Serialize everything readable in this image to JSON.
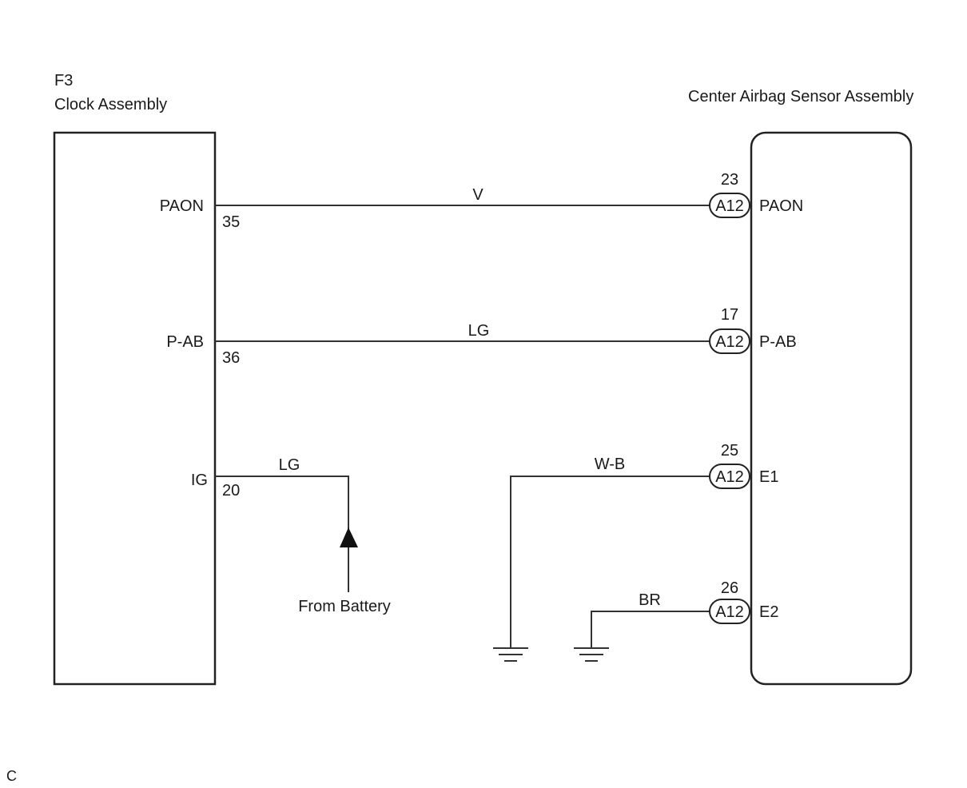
{
  "left_component": {
    "code": "F3",
    "name": "Clock Assembly"
  },
  "right_component": {
    "name": "Center Airbag Sensor Assembly"
  },
  "connector_code": "A12",
  "circuits": [
    {
      "left_pin_label": "PAON",
      "left_pin_number": "35",
      "wire_color": "V",
      "right_pin_number": "23",
      "connector": "A12",
      "right_pin_label": "PAON"
    },
    {
      "left_pin_label": "P-AB",
      "left_pin_number": "36",
      "wire_color": "LG",
      "right_pin_number": "17",
      "connector": "A12",
      "right_pin_label": "P-AB"
    }
  ],
  "ig_circuit": {
    "pin_label": "IG",
    "pin_number": "20",
    "wire_color": "LG",
    "source_label": "From Battery"
  },
  "ground_circuits": [
    {
      "wire_color": "W-B",
      "pin_number": "25",
      "connector": "A12",
      "pin_label": "E1"
    },
    {
      "wire_color": "BR",
      "pin_number": "26",
      "connector": "A12",
      "pin_label": "E2"
    }
  ],
  "corner_mark": "C"
}
